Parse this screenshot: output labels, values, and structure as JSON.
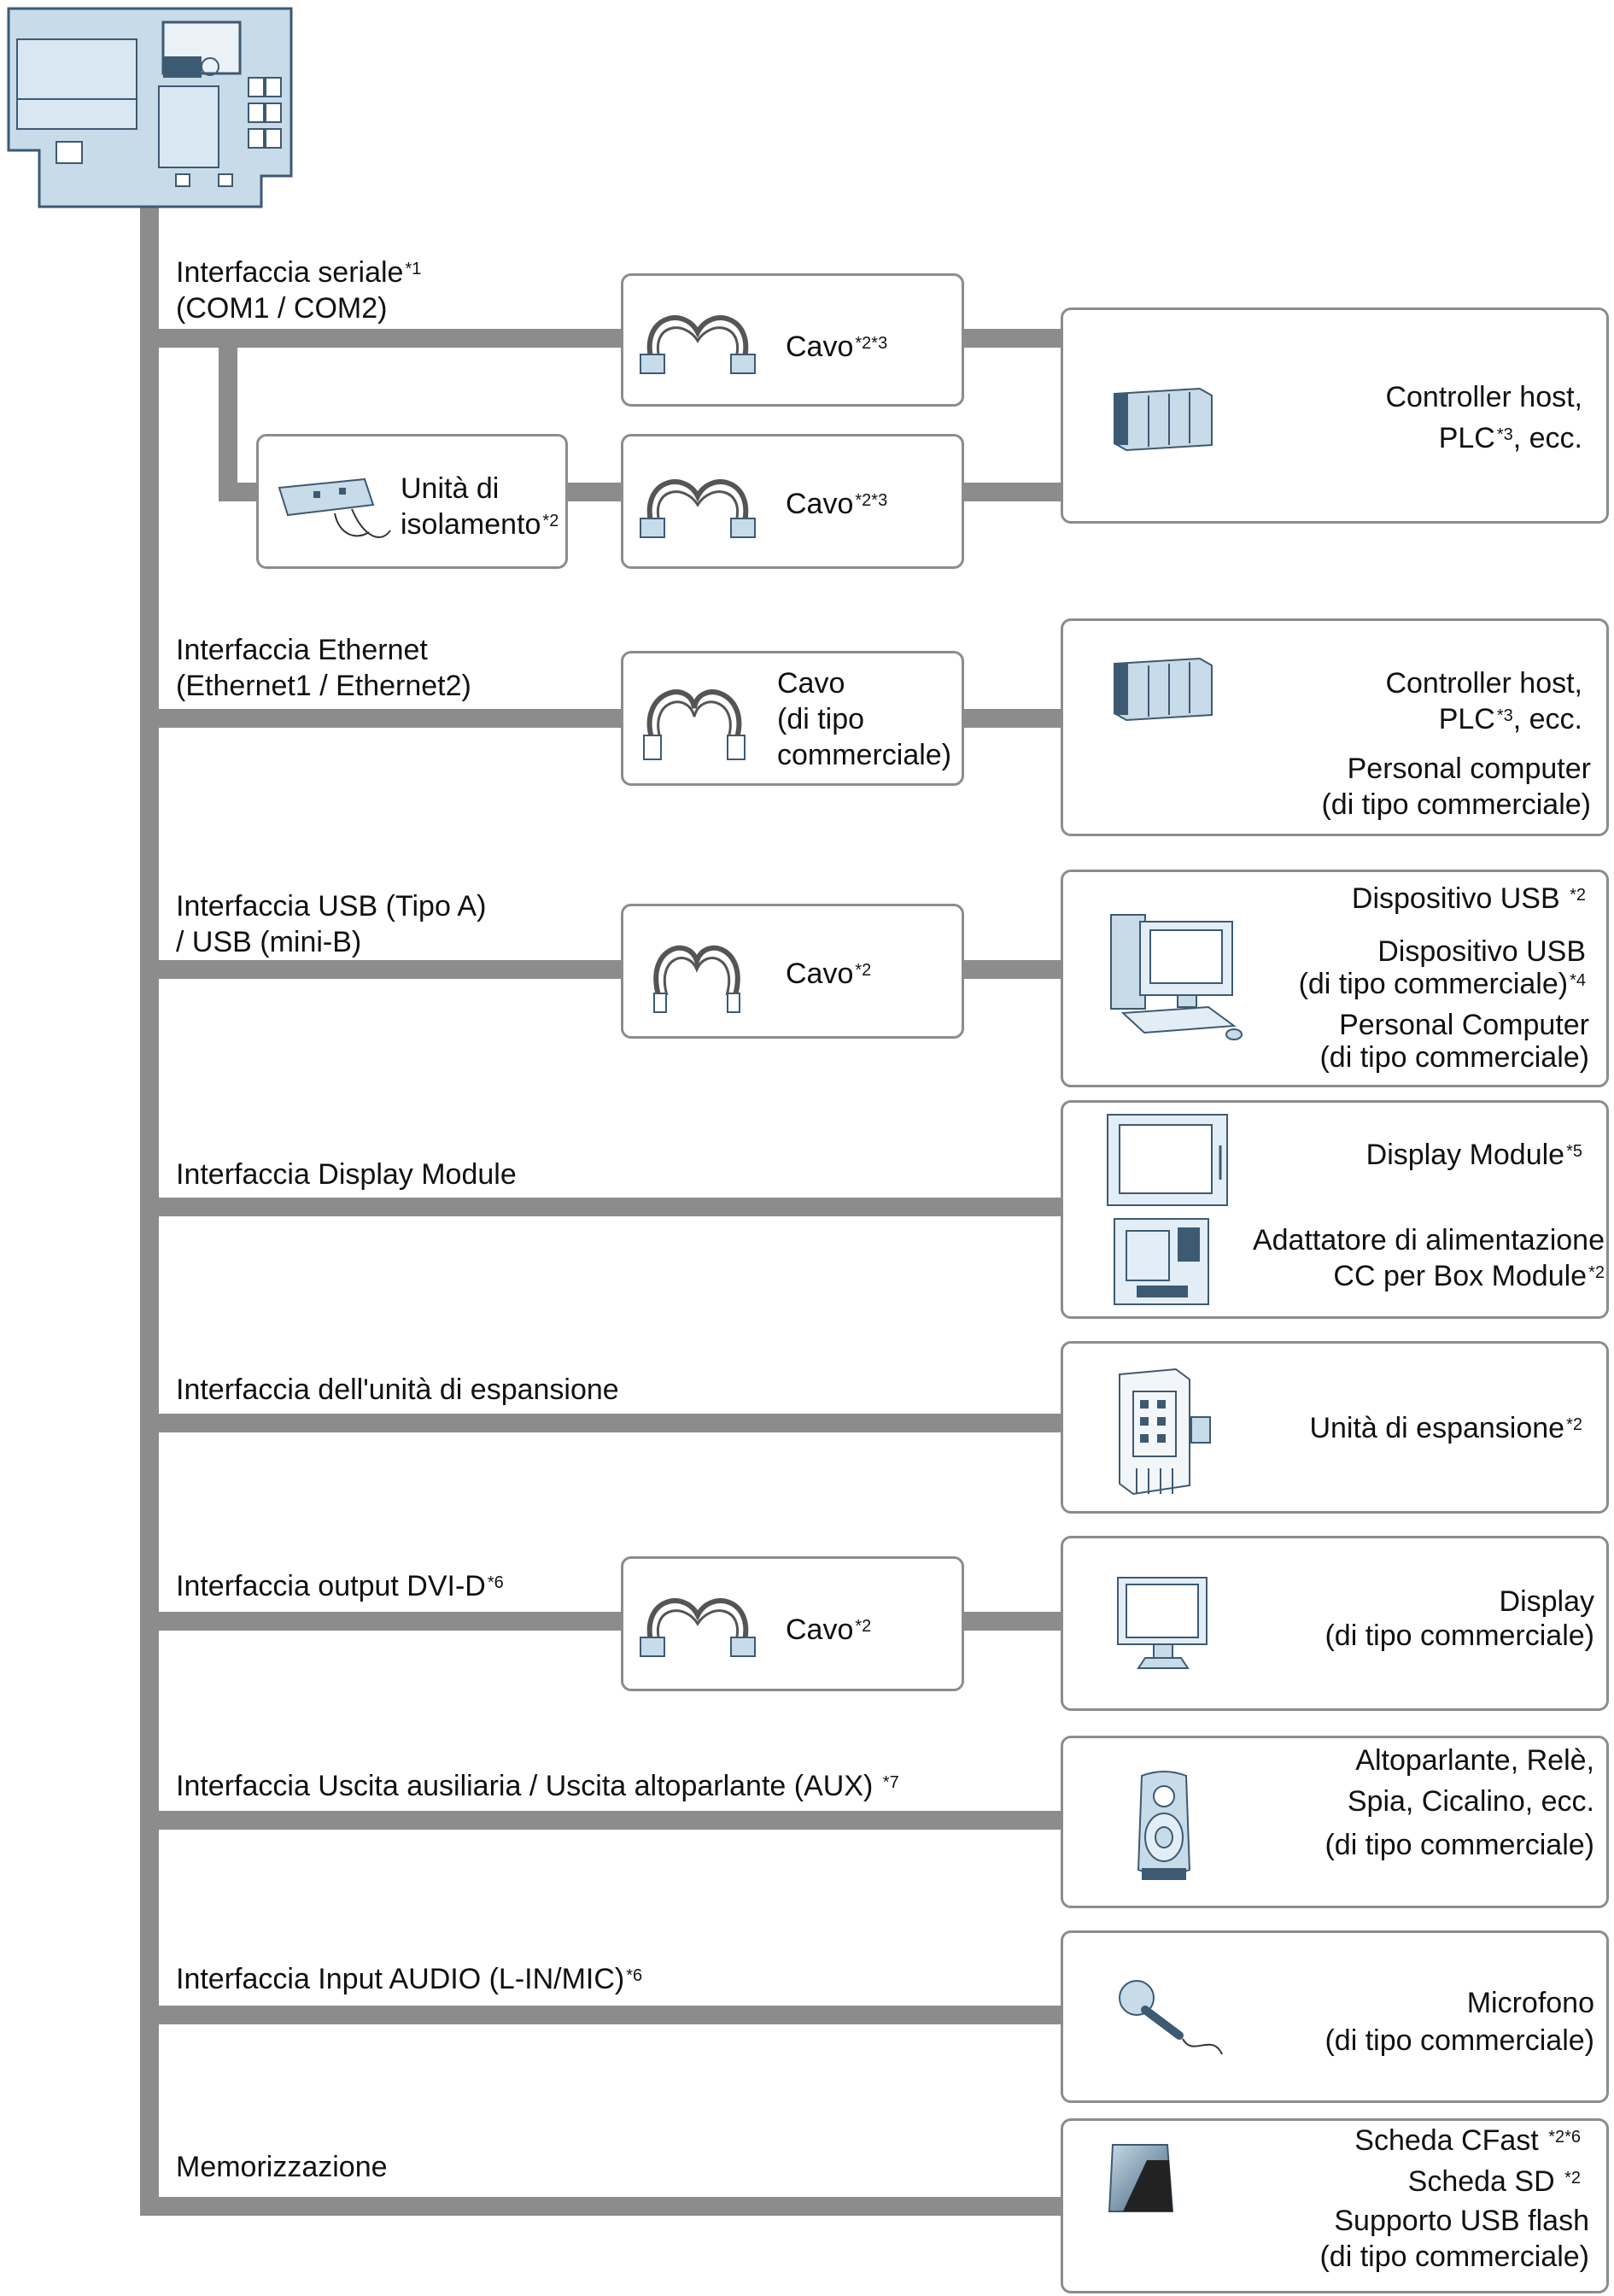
{
  "interfaces": {
    "serial": {
      "name": "Interfaccia seriale",
      "sup": "*1",
      "sub": "(COM1 / COM2)"
    },
    "ethernet": {
      "name": "Interfaccia Ethernet",
      "sub": "(Ethernet1 / Ethernet2)"
    },
    "usb": {
      "name": "Interfaccia USB (Tipo A)",
      "sub": "/ USB (mini-B)"
    },
    "display_module": {
      "name": "Interfaccia Display Module"
    },
    "expansion": {
      "name": "Interfaccia dell'unità di espansione"
    },
    "dvi": {
      "name": "Interfaccia output DVI-D",
      "sup": "*6"
    },
    "aux": {
      "name": "Interfaccia Uscita ausiliaria / Uscita altoparlante (AUX)",
      "sup": "*7"
    },
    "audio": {
      "name": "Interfaccia Input AUDIO (L-IN/MIC)",
      "sup": "*6"
    },
    "storage": {
      "name": "Memorizzazione"
    }
  },
  "cables": {
    "serial1": {
      "label": "Cavo",
      "sup": "*2*3"
    },
    "serial2": {
      "label": "Cavo",
      "sup": "*2*3"
    },
    "isolation": {
      "line1": "Unità di",
      "line2": "isolamento",
      "sup": "*2"
    },
    "ethernet": {
      "line1": "Cavo",
      "line2": "(di tipo",
      "line3": "commerciale)"
    },
    "usb": {
      "label": "Cavo",
      "sup": "*2"
    },
    "dvi": {
      "label": "Cavo",
      "sup": "*2"
    }
  },
  "devices": {
    "serial": {
      "line1": "Controller host,",
      "line2a": "PLC",
      "line2sup": "*3",
      "line2b": ", ecc."
    },
    "ethernet": {
      "line1": "Controller host,",
      "line2a": "PLC",
      "line2sup": "*3",
      "line2b": ", ecc.",
      "line3": "Personal computer",
      "line4": "(di tipo commerciale)"
    },
    "usb": {
      "line1": "Dispositivo USB",
      "line1sup": "*2",
      "line2": "Dispositivo USB",
      "line3": "(di tipo commerciale)",
      "line3sup": "*4",
      "line4": "Personal Computer",
      "line5": "(di tipo commerciale)"
    },
    "display_module": {
      "line1": "Display Module",
      "line1sup": "*5",
      "line2": "Adattatore di alimentazione",
      "line3": "CC per Box Module",
      "line3sup": "*2"
    },
    "expansion": {
      "line1": "Unità di espansione",
      "line1sup": "*2"
    },
    "dvi": {
      "line1": "Display",
      "line2": "(di tipo commerciale)"
    },
    "aux": {
      "line1": "Altoparlante, Relè,",
      "line2": "Spia, Cicalino, ecc.",
      "line3": "(di tipo commerciale)"
    },
    "audio": {
      "line1": "Microfono",
      "line2": "(di tipo commerciale)"
    },
    "storage": {
      "line1": "Scheda CFast",
      "line1sup": "*2*6",
      "line2": "Scheda SD",
      "line2sup": "*2",
      "line3": "Supporto USB flash",
      "line4": "(di tipo commerciale)"
    }
  },
  "colors": {
    "wire": "#8c8c8c",
    "border": "#8c8c8c",
    "device": "#c7dbe8",
    "device_stroke": "#3d5a73"
  }
}
